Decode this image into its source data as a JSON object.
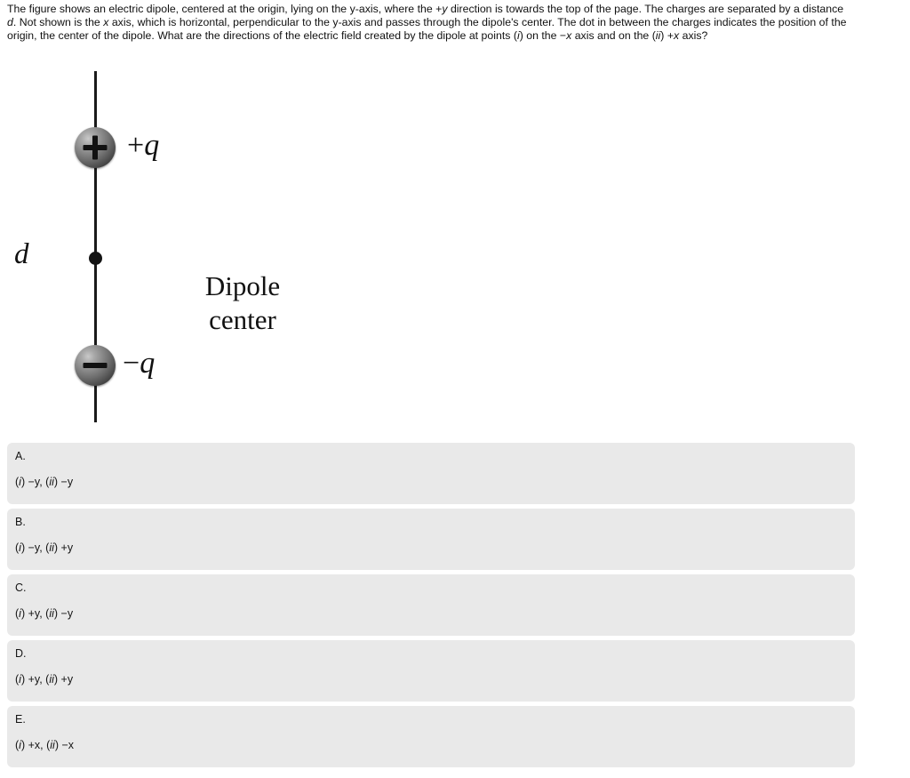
{
  "question": {
    "segments": [
      {
        "t": "The figure shows an electric dipole, centered at the origin, lying on the y-axis, where the ",
        "i": false
      },
      {
        "t": "+",
        "i": false
      },
      {
        "t": "y",
        "i": true
      },
      {
        "t": " direction is towards the top of the page.  The charges are separated by a distance ",
        "i": false
      },
      {
        "t": "d",
        "i": true
      },
      {
        "t": ".  Not shown is the ",
        "i": false
      },
      {
        "t": "x",
        "i": true
      },
      {
        "t": " axis, which is horizontal, perpendicular to the y-axis and passes through the dipole's center.  The dot in between the charges indicates the position of the origin, the center of the dipole.  What are the directions of the electric field created by the dipole at points (",
        "i": false
      },
      {
        "t": "i",
        "i": true
      },
      {
        "t": ") on the −",
        "i": false
      },
      {
        "t": "x",
        "i": true
      },
      {
        "t": " axis and on the (",
        "i": false
      },
      {
        "t": "ii",
        "i": true
      },
      {
        "t": ") +",
        "i": false
      },
      {
        "t": "x",
        "i": true
      },
      {
        "t": " axis?",
        "i": false
      }
    ],
    "plain": "The figure shows an electric dipole, centered at the origin, lying on the y-axis, where the +y direction is towards the top of the page.  The charges are separated by a distance d.  Not shown is the x axis, which is horizontal, perpendicular to the y-axis and passes through the dipole's center.  The dot in between the charges indicates the position of the origin, the center of the dipole.  What are the directions of the electric field created by the dipole at points (i) on the −x axis and on the (ii) +x axis?"
  },
  "figure": {
    "positive_charge_label_sign": "+",
    "positive_charge_label_symbol": "q",
    "negative_charge_label_sign": "−",
    "negative_charge_label_symbol": "q",
    "positive_sphere_glyph": "plus",
    "negative_sphere_glyph": "minus",
    "distance_label": "d",
    "center_label_line1": "Dipole",
    "center_label_line2": "center",
    "colors": {
      "axis_line": "#1a1a1a",
      "sphere_highlight": "#c9c9c9",
      "sphere_shadow": "#242424",
      "center_dot": "#141414"
    }
  },
  "options": [
    {
      "letter": "A.",
      "parts": [
        {
          "t": "(",
          "i": false
        },
        {
          "t": "i",
          "i": true
        },
        {
          "t": ") −y, (",
          "i": false
        },
        {
          "t": "ii",
          "i": true
        },
        {
          "t": ") −y",
          "i": false
        }
      ],
      "plain": "(i) −y, (ii) −y"
    },
    {
      "letter": "B.",
      "parts": [
        {
          "t": "(",
          "i": false
        },
        {
          "t": "i",
          "i": true
        },
        {
          "t": ") −y, (",
          "i": false
        },
        {
          "t": "ii",
          "i": true
        },
        {
          "t": ") +y",
          "i": false
        }
      ],
      "plain": "(i) −y, (ii) +y"
    },
    {
      "letter": "C.",
      "parts": [
        {
          "t": "(",
          "i": false
        },
        {
          "t": "i",
          "i": true
        },
        {
          "t": ") +y, (",
          "i": false
        },
        {
          "t": "ii",
          "i": true
        },
        {
          "t": ") −y",
          "i": false
        }
      ],
      "plain": "(i) +y, (ii) −y"
    },
    {
      "letter": "D.",
      "parts": [
        {
          "t": "(",
          "i": false
        },
        {
          "t": "i",
          "i": true
        },
        {
          "t": ") +y, (",
          "i": false
        },
        {
          "t": "ii",
          "i": true
        },
        {
          "t": ") +y",
          "i": false
        }
      ],
      "plain": "(i) +y, (ii) +y"
    },
    {
      "letter": "E.",
      "parts": [
        {
          "t": "(",
          "i": false
        },
        {
          "t": "i",
          "i": true
        },
        {
          "t": ") +x, (",
          "i": false
        },
        {
          "t": "ii",
          "i": true
        },
        {
          "t": ") −x",
          "i": false
        }
      ],
      "plain": "(i) +x, (ii) −x"
    }
  ],
  "theme": {
    "page_background": "#ffffff",
    "option_background": "#e9e9e9",
    "text_color": "#141414"
  }
}
